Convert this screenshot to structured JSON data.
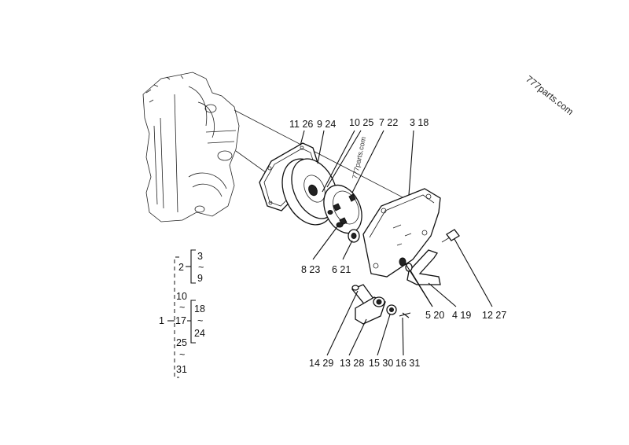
{
  "watermark": "777parts.com",
  "watermark_small": "777parts.com",
  "callouts": {
    "c11_26": "11 26",
    "c9_24": "9 24",
    "c10_25": "10 25",
    "c7_22": "7 22",
    "c3_18": "3 18",
    "c8_23": "8 23",
    "c6_21": "6 21",
    "c5_20": "5 20",
    "c4_19": "4 19",
    "c12_27": "12 27",
    "c14_29": "14 29",
    "c13_28": "13 28",
    "c15_30": "15 30",
    "c16_31": "16 31"
  },
  "tree": {
    "root": "1",
    "n2": "2",
    "n3": "3",
    "tilde_a": "~",
    "n9": "9",
    "n10": "10",
    "tilde_b": "~",
    "n17": "17",
    "n18": "18",
    "tilde_c": "~",
    "n24": "24",
    "n25": "25",
    "tilde_d": "~",
    "n31": "31"
  }
}
